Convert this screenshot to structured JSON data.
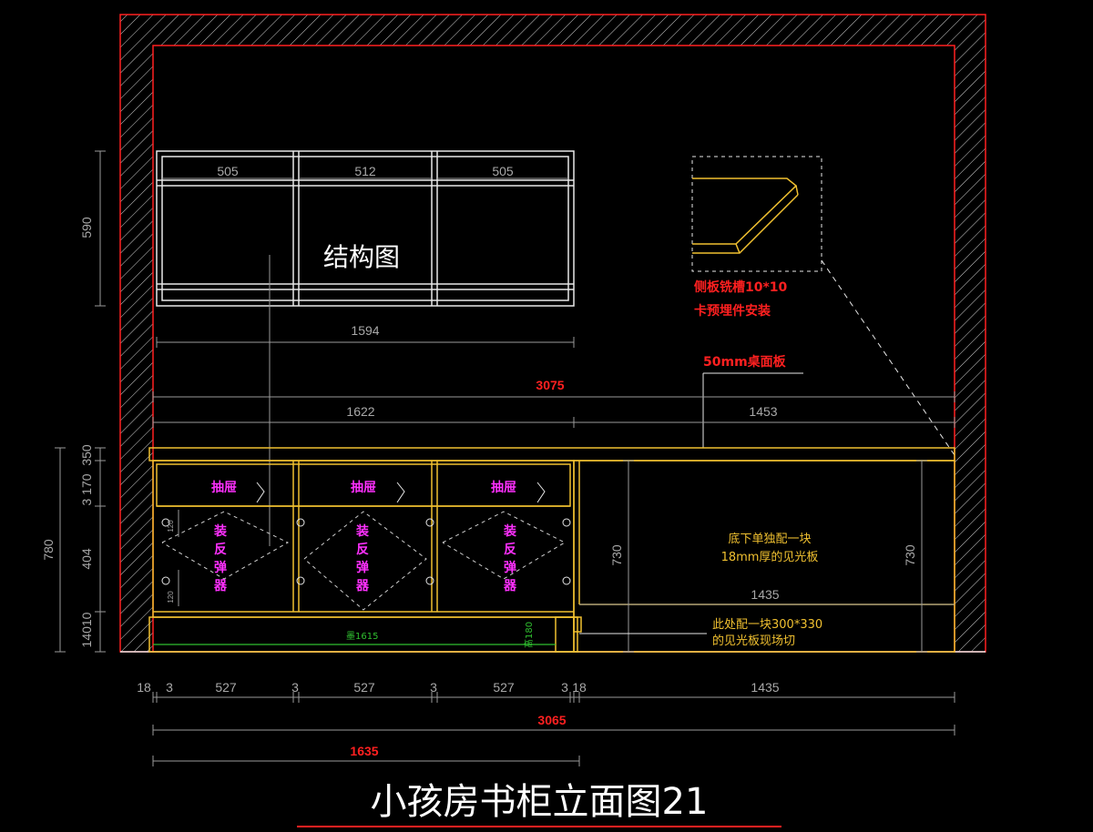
{
  "title": "小孩房书柜立面图21",
  "structure_label": "结构图",
  "notes": {
    "groove": [
      "侧板铣槽10*10",
      "卡预埋件安装"
    ],
    "desk_board": "50mm桌面板",
    "bottom_board": [
      "底下单独配一块",
      "18mm厚的见光板"
    ],
    "side_board": [
      "此处配一块300*330",
      "的见光板现场切"
    ],
    "drawer": "抽屉",
    "rebound": [
      "装",
      "反",
      "弹",
      "器"
    ],
    "baseboard": "墨1615",
    "base_height": "高180"
  },
  "dimensions": {
    "top_units": [
      "505",
      "512",
      "505"
    ],
    "top_total": "1594",
    "overall_top": "3075",
    "left_part": "1622",
    "right_part": "1453",
    "left_h_total": "590",
    "left_h_780": "780",
    "left_h_350": "350",
    "left_h_3170": "3 170",
    "left_h_404": "404",
    "left_h_14010": "14010",
    "small_120a": "120",
    "small_120b": "120",
    "right_730a": "730",
    "right_730b": "730",
    "right_1435_mid": "1435",
    "bottom_row": [
      "18",
      "3",
      "527",
      "3",
      "527",
      "3",
      "527",
      "3",
      "18",
      "1435"
    ],
    "bottom_total": "3065",
    "bottom_left": "1635"
  },
  "colors": {
    "wall": "#ff2020",
    "cabinet": "#f0c030",
    "dimension": "#a8a8a8",
    "hardware_note": "#ff30ff",
    "baseboard": "#30c030"
  }
}
